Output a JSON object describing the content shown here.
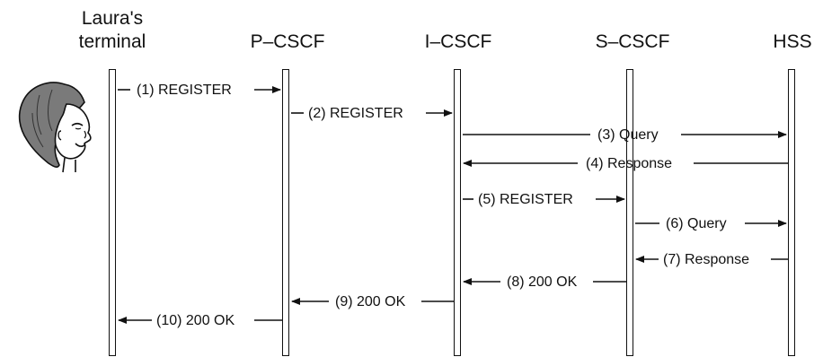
{
  "participants": [
    {
      "id": "laura",
      "lines": [
        "Laura's",
        "terminal"
      ]
    },
    {
      "id": "pcscf",
      "lines": [
        "P–CSCF"
      ]
    },
    {
      "id": "icscf",
      "lines": [
        "I–CSCF"
      ]
    },
    {
      "id": "scscf",
      "lines": [
        "S–CSCF"
      ]
    },
    {
      "id": "hss",
      "lines": [
        "HSS"
      ]
    }
  ],
  "messages": [
    {
      "label": "(1) REGISTER",
      "from": "laura",
      "to": "pcscf"
    },
    {
      "label": "(2) REGISTER",
      "from": "pcscf",
      "to": "icscf"
    },
    {
      "label": "(3) Query",
      "from": "icscf",
      "to": "hss"
    },
    {
      "label": "(4) Response",
      "from": "hss",
      "to": "icscf"
    },
    {
      "label": "(5) REGISTER",
      "from": "icscf",
      "to": "scscf"
    },
    {
      "label": "(6) Query",
      "from": "scscf",
      "to": "hss"
    },
    {
      "label": "(7) Response",
      "from": "hss",
      "to": "scscf"
    },
    {
      "label": "(8) 200 OK",
      "from": "scscf",
      "to": "icscf"
    },
    {
      "label": "(9) 200 OK",
      "from": "icscf",
      "to": "pcscf"
    },
    {
      "label": "(10) 200 OK",
      "from": "pcscf",
      "to": "laura"
    }
  ],
  "colors": {
    "line": "#111111",
    "hair": "#7a7a7a",
    "skin": "#ffffff"
  },
  "icons": {
    "user": "woman-face-icon"
  }
}
